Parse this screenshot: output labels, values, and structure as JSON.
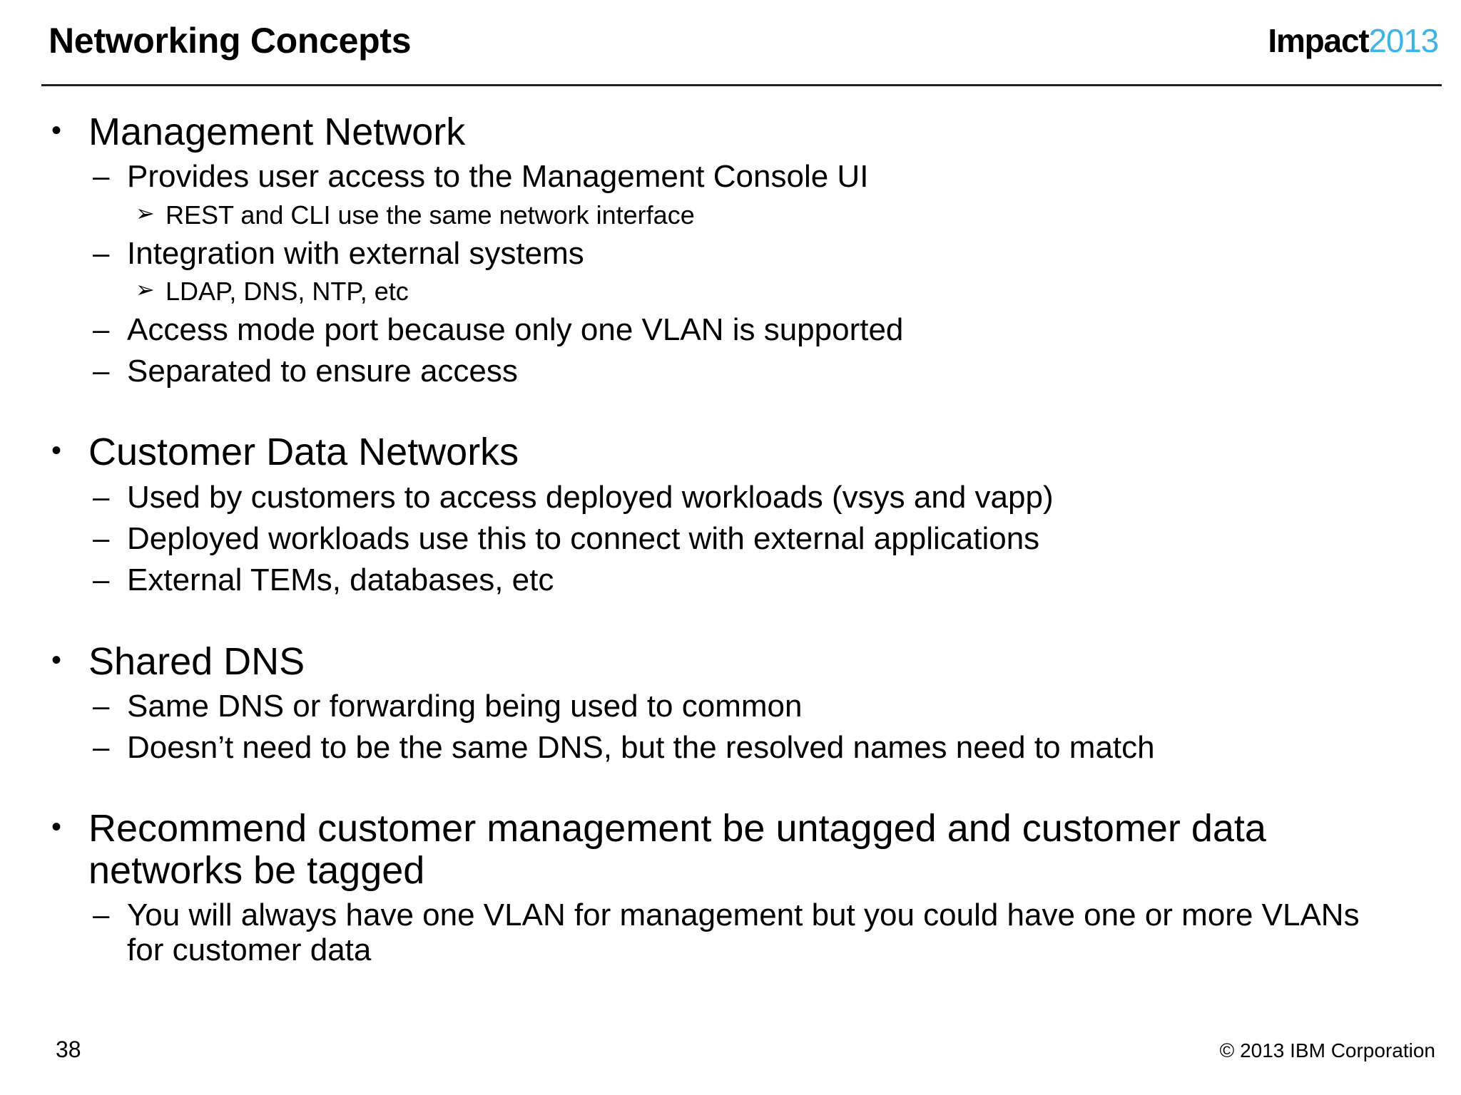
{
  "slide": {
    "title": "Networking Concepts",
    "logo": {
      "name": "Impact",
      "year": "2013",
      "accent_color": "#3cb4e5"
    },
    "markers": {
      "level1": "•",
      "level2": "–",
      "level3": "➢"
    },
    "content": [
      {
        "level1": "Management Network",
        "children": [
          {
            "level2": "Provides user access to the Management Console UI",
            "children": [
              {
                "level3": "REST and CLI use the same network interface"
              }
            ]
          },
          {
            "level2": "Integration with external systems",
            "children": [
              {
                "level3": "LDAP, DNS, NTP, etc"
              }
            ]
          },
          {
            "level2": "Access mode port because only one VLAN is supported",
            "children": []
          },
          {
            "level2": "Separated to ensure access",
            "children": []
          }
        ]
      },
      {
        "level1": "Customer Data Networks",
        "children": [
          {
            "level2": "Used by customers to access deployed workloads (vsys and vapp)",
            "children": []
          },
          {
            "level2": "Deployed workloads use this to connect with external applications",
            "children": []
          },
          {
            "level2": "External TEMs, databases, etc",
            "children": []
          }
        ]
      },
      {
        "level1": "Shared DNS",
        "children": [
          {
            "level2": "Same DNS or forwarding being used to common",
            "children": []
          },
          {
            "level2": "Doesn’t need to be the same DNS, but the resolved names need to match",
            "children": []
          }
        ]
      },
      {
        "level1": "Recommend customer management be untagged and customer data networks be tagged",
        "children": [
          {
            "level2": "You will always have one VLAN for management but you could have one or more VLANs for customer data",
            "children": []
          }
        ]
      }
    ],
    "footer": {
      "page_number": "38",
      "copyright": "© 2013 IBM Corporation"
    }
  }
}
